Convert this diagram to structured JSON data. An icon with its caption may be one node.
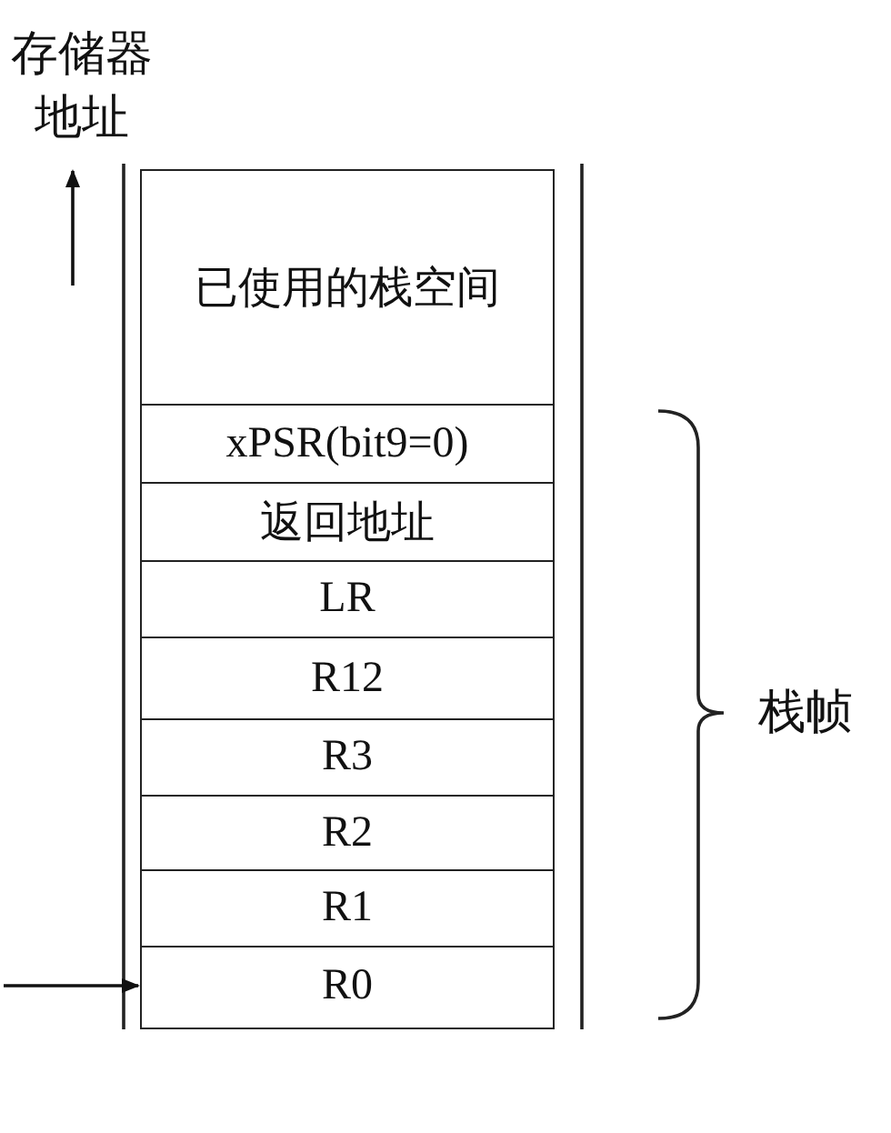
{
  "diagram": {
    "nodes": [
      {
        "text": [
          "已使用的栈空间"
        ]
      },
      {
        "text": [
          "xPSR(bit9=0)"
        ]
      },
      {
        "text": [
          "返回地址"
        ]
      },
      {
        "text": [
          "LR"
        ]
      },
      {
        "text": [
          "R12"
        ]
      },
      {
        "text": [
          "R3"
        ]
      },
      {
        "text": [
          "R2"
        ]
      },
      {
        "text": [
          "R1"
        ]
      },
      {
        "text": [
          "R0"
        ]
      }
    ],
    "edges": [
      {
        "from": null,
        "to": 8,
        "arrow": "to"
      }
    ],
    "labels": [
      "存储器地址",
      "栈帧"
    ]
  }
}
